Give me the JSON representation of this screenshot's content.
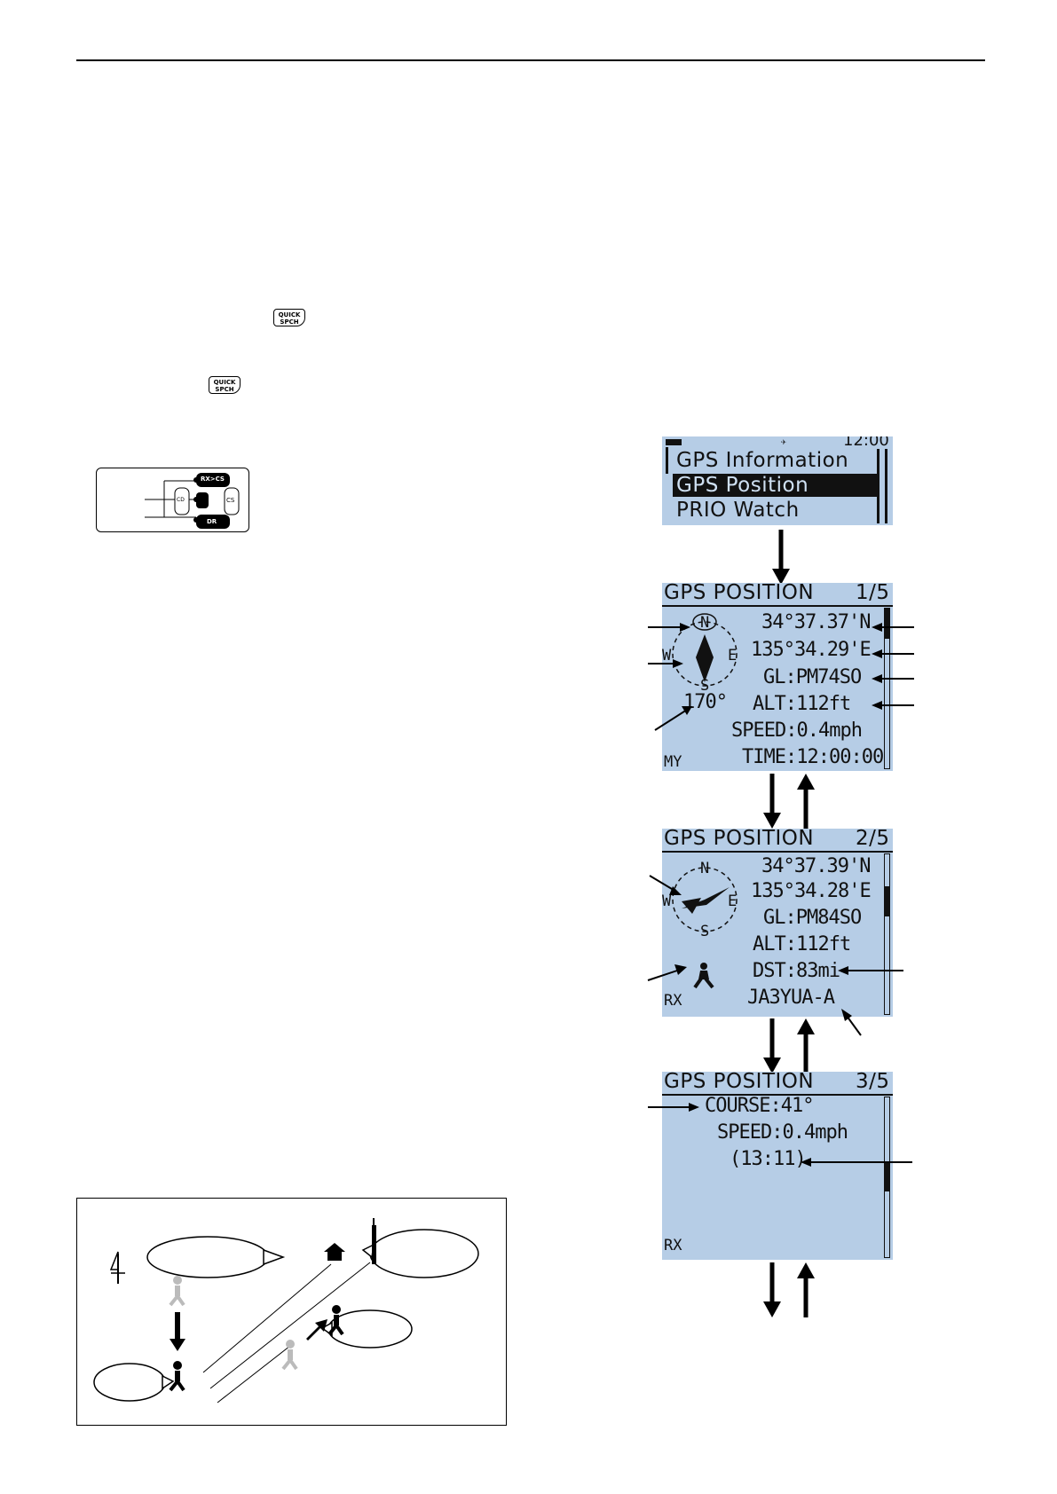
{
  "quick_key": {
    "line1": "QUICK",
    "line2": "SPCH"
  },
  "keypad": {
    "top_label": "RX>CS",
    "left_label": "CD",
    "right_label": "CS",
    "bottom_label": "DR"
  },
  "menu_screen": {
    "status_time": "12:00",
    "items": [
      "GPS Information",
      "GPS Position",
      "PRIO Watch"
    ],
    "selected_index": 1
  },
  "gps_page1": {
    "title": "GPS POSITION",
    "page": "1/5",
    "latitude": "34°37.37'N",
    "longitude": "135°34.29'E",
    "grid_locator": "GL:PM74SO",
    "altitude": "ALT:112ft",
    "speed": "SPEED:0.4mph",
    "time": "TIME:12:00:00",
    "heading": "170°",
    "mode": "MY",
    "compass": {
      "n": "N",
      "s": "S",
      "e": "E",
      "w": "W"
    }
  },
  "gps_page2": {
    "title": "GPS POSITION",
    "page": "2/5",
    "latitude": "34°37.39'N",
    "longitude": "135°34.28'E",
    "grid_locator": "GL:PM84SO",
    "altitude": "ALT:112ft",
    "distance": "DST:83mi",
    "callsign": "JA3YUA-A",
    "mode": "RX",
    "compass": {
      "n": "N",
      "s": "S",
      "e": "E",
      "w": "W"
    }
  },
  "gps_page3": {
    "title": "GPS POSITION",
    "page": "3/5",
    "course": "COURSE:41°",
    "speed": "SPEED:0.4mph",
    "elapsed": "(13:11)",
    "mode": "RX"
  }
}
